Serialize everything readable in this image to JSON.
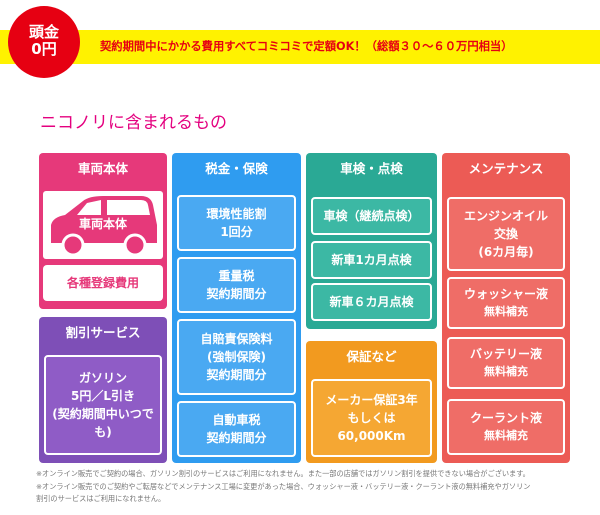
{
  "banner": {
    "badge_line1": "頭金",
    "badge_line2": "0円",
    "text": "契約期間中にかかる費用すべてコミコミで定額OK！（総額３０～６０万円相当）"
  },
  "section_title": "ニコノリに含まれるもの",
  "columns": {
    "vehicle": {
      "header": "車両本体",
      "car_label": "車両本体",
      "item": "各種登録費用"
    },
    "discount": {
      "header": "割引サービス",
      "item_lines": [
        "ガソリン",
        "5円／L引き",
        "(契約期間中いつで",
        "も)"
      ]
    },
    "tax": {
      "header": "税金・保険",
      "items": [
        {
          "line1": "環境性能割",
          "line2": "1回分"
        },
        {
          "line1": "重量税",
          "line2": "契約期間分"
        },
        {
          "line1": "自賠責保険料",
          "line2": "(強制保険)",
          "line3": "契約期間分"
        },
        {
          "line1": "自動車税",
          "line2": "契約期間分"
        }
      ]
    },
    "inspection": {
      "header": "車検・点検",
      "items": [
        "車検（継続点検）",
        "新車1カ月点検",
        "新車６カ月点検"
      ]
    },
    "warranty": {
      "header": "保証など",
      "item_lines": [
        "メーカー保証3年",
        "もしくは",
        "60,000Km"
      ]
    },
    "maintenance": {
      "header": "メンテナンス",
      "items": [
        {
          "line1": "エンジンオイル",
          "line2": "交換",
          "line3": "(6カ月毎)"
        },
        {
          "line1": "ウォッシャー液",
          "line2": "無料補充"
        },
        {
          "line1": "バッテリー液",
          "line2": "無料補充"
        },
        {
          "line1": "クーラント液",
          "line2": "無料補充"
        }
      ]
    }
  },
  "notes": [
    "※オンライン販売でご契約の場合、ガソリン割引のサービスはご利用になれません。また一部の店舗ではガソリン割引を提供できない場合がございます。",
    "※オンライン販売でのご契約やご転居などでメンテナンス工場に変更があった場合、ウォッシャー液・バッテリー液・クーラント液の無料補充やガソリン",
    "割引のサービスはご利用になれません。"
  ],
  "colors": {
    "vehicle": "#e6397a",
    "discount": "#7e4fb7",
    "tax": "#2f9cf0",
    "inspection": "#2aa995",
    "warranty": "#f29a1f",
    "maintenance": "#ec5b55",
    "heading": "#e4007f",
    "banner_bg": "#fff200",
    "badge": "#e60012"
  }
}
